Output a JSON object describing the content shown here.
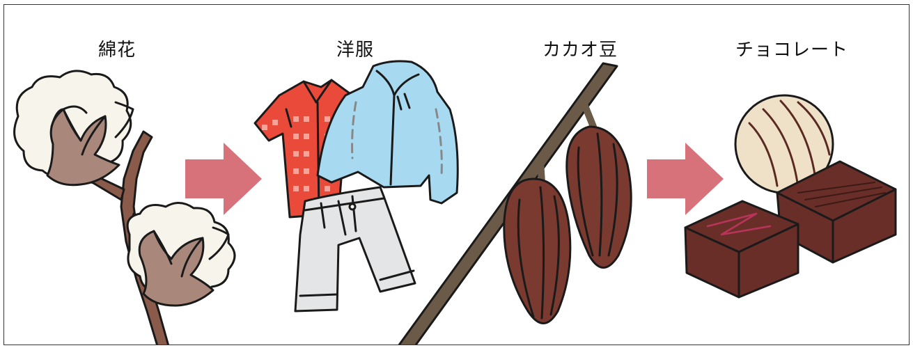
{
  "labels": {
    "cotton": "綿花",
    "clothes": "洋服",
    "cacao": "カカオ豆",
    "chocolate": "チョコレート"
  },
  "colors": {
    "arrow": "#d8727a",
    "outline": "#1a1a1a",
    "cotton_boll": "#f7f4ec",
    "cotton_bract": "#a9877a",
    "stem": "#8a5a4a",
    "shirt": "#e94a3a",
    "hoodie": "#a7d9f1",
    "shorts": "#e3e5e6",
    "branch": "#6b5a48",
    "cacao_pod": "#7a3a30",
    "chocolate": "#6a2e28",
    "truffle": "#efe1c8"
  },
  "icons": [
    "cotton-plant-icon",
    "clothes-icon",
    "cacao-pod-icon",
    "chocolate-icon",
    "arrow-right-icon"
  ]
}
